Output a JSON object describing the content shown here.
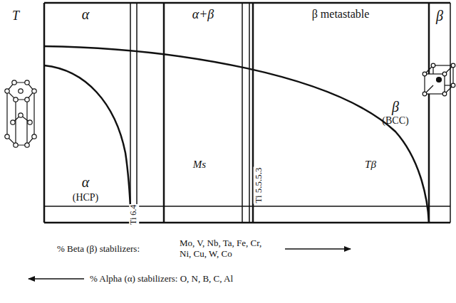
{
  "diagram": {
    "labels": [
      "T",
      "α",
      "α+β",
      "β metastable",
      "β",
      "β",
      "(BCC)",
      "α",
      "(HCP)",
      "Ms",
      "Tβ",
      "Ti 6.4",
      "Ti 5.5.5.3",
      "% Beta (β) stabilizers:",
      "Mo, V, Nb, Ta, Fe, Cr, Ni, Cu, W, Co",
      "% Alpha (α) stabilizers: O, N, B, C, Al"
    ]
  }
}
